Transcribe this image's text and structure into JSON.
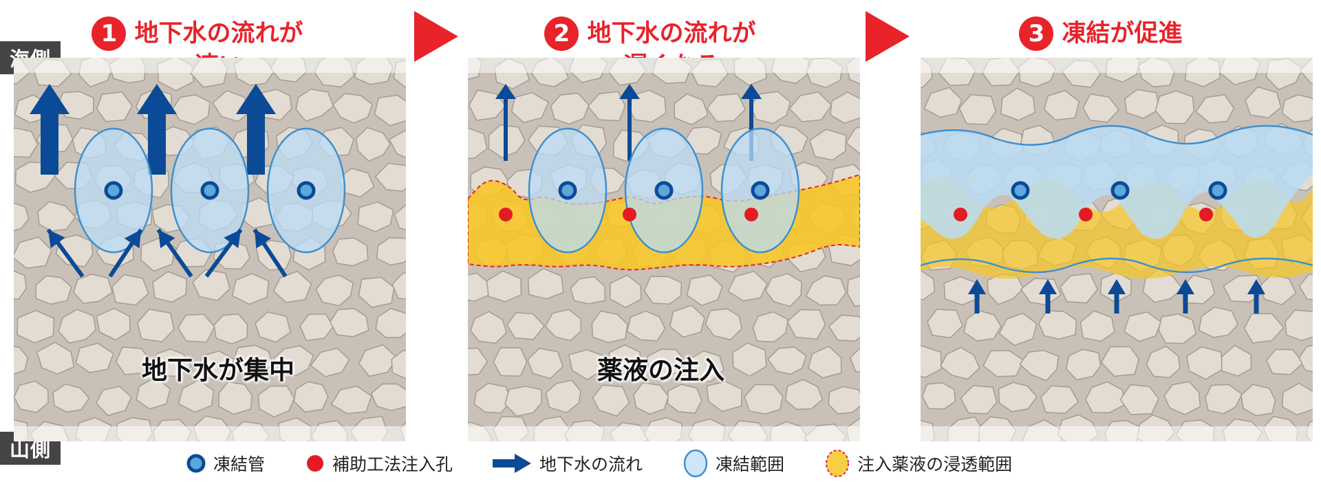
{
  "side_labels": {
    "top": "海側",
    "bottom": "山側"
  },
  "steps": [
    {
      "number": "1",
      "title_line1": "地下水の流れが",
      "title_line2": "速い",
      "caption": "地下水が集中"
    },
    {
      "number": "2",
      "title_line1": "地下水の流れが",
      "title_line2": "遅くなる",
      "caption": "薬液の注入"
    },
    {
      "number": "3",
      "title_line1": "凍結が促進",
      "title_line2": "",
      "caption": ""
    }
  ],
  "legend": [
    {
      "icon": "freeze-pipe-icon",
      "label": "凍結管"
    },
    {
      "icon": "injection-hole-icon",
      "label": "補助工法注入孔"
    },
    {
      "icon": "groundwater-flow-arrow-icon",
      "label": "地下水の流れ"
    },
    {
      "icon": "freeze-range-icon",
      "label": "凍結範囲"
    },
    {
      "icon": "grout-permeation-icon",
      "label": "注入薬液の浸透範囲"
    }
  ],
  "colors": {
    "accent_red": "#e8232a",
    "flow_blue": "#0b4a96",
    "freeze_fill": "#b9dcf5",
    "freeze_stroke": "#3f8fce",
    "grout_yellow": "#f7c623",
    "injection_red": "#e31b23",
    "stone_fill": "#e3dcd2",
    "stone_stroke": "#a39c94",
    "gravel_bg": "#c9c1b8",
    "side_label_bg": "#444444"
  }
}
